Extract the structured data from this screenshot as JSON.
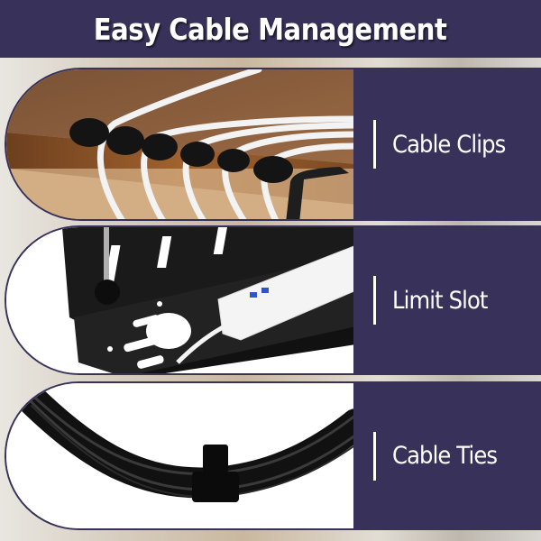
{
  "header": {
    "title": "Easy Cable Management"
  },
  "features": [
    {
      "label": "Cable Clips",
      "image": "desk-edge-with-cable-clips-photo",
      "icon": "cable-clip-icon"
    },
    {
      "label": "Limit Slot",
      "image": "cable-tray-with-power-strip-photo",
      "icon": "limit-slot-icon"
    },
    {
      "label": "Cable Ties",
      "image": "bundled-cables-with-velcro-tie-photo",
      "icon": "cable-tie-icon"
    }
  ],
  "colors": {
    "brand_purple": "#38325b",
    "text": "#ffffff",
    "wood": "#8a5a35"
  }
}
